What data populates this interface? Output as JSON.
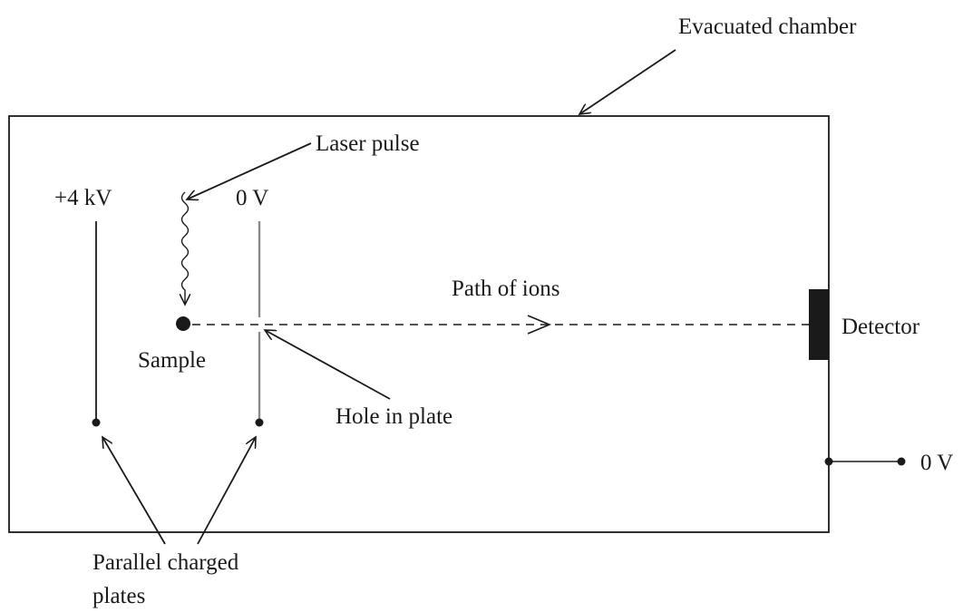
{
  "labels": {
    "chamber": "Evacuated chamber",
    "laser": "Laser pulse",
    "left_voltage": "+4 kV",
    "right_voltage": "0 V",
    "ion_path": "Path of ions",
    "detector": "Detector",
    "sample": "Sample",
    "hole": "Hole in plate",
    "ground_voltage": "0 V",
    "plates_line1": "Parallel charged",
    "plates_line2": "plates"
  },
  "colors": {
    "ink": "#1a1a1a",
    "plate_right": "#8a8a8a",
    "background": "#ffffff"
  }
}
